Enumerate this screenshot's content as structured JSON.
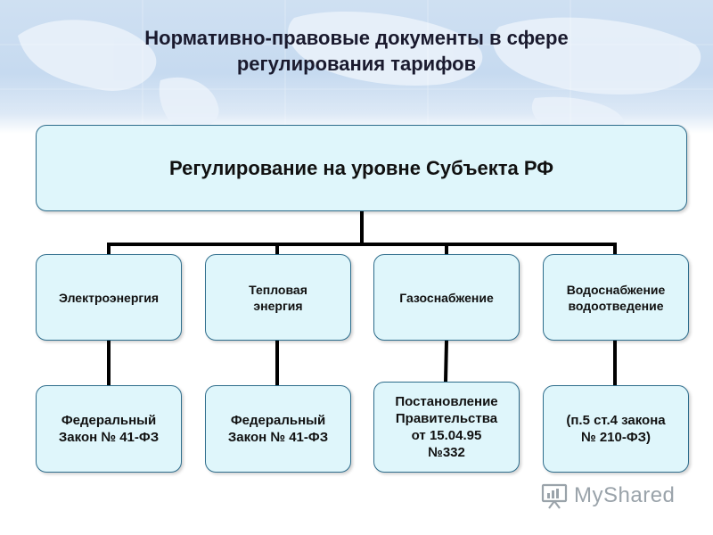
{
  "title": {
    "line1": "Нормативно-правовые документы в сфере",
    "line2": "регулирования тарифов"
  },
  "diagram": {
    "root": "Регулирование на уровне Субъекта РФ",
    "branches": [
      {
        "category": "Электроэнергия",
        "document": "Федеральный\nЗакон № 41-ФЗ"
      },
      {
        "category": "Тепловая\nэнергия",
        "document": "Федеральный\nЗакон № 41-ФЗ"
      },
      {
        "category": "Газоснабжение",
        "document": "Постановление\nПравительства\nот 15.04.95\n№332"
      },
      {
        "category": "Водоснабжение\nводоотведение",
        "document": "(п.5 ст.4 закона\n№ 210-ФЗ)"
      }
    ]
  },
  "watermark": {
    "text": "MyShared",
    "icon": "presentation-board-icon",
    "color": "#9aa3aa"
  },
  "colors": {
    "box_fill": "#dff6fb",
    "box_border": "#2e6d8c",
    "connector": "#000000",
    "banner": "#c6daf0"
  }
}
